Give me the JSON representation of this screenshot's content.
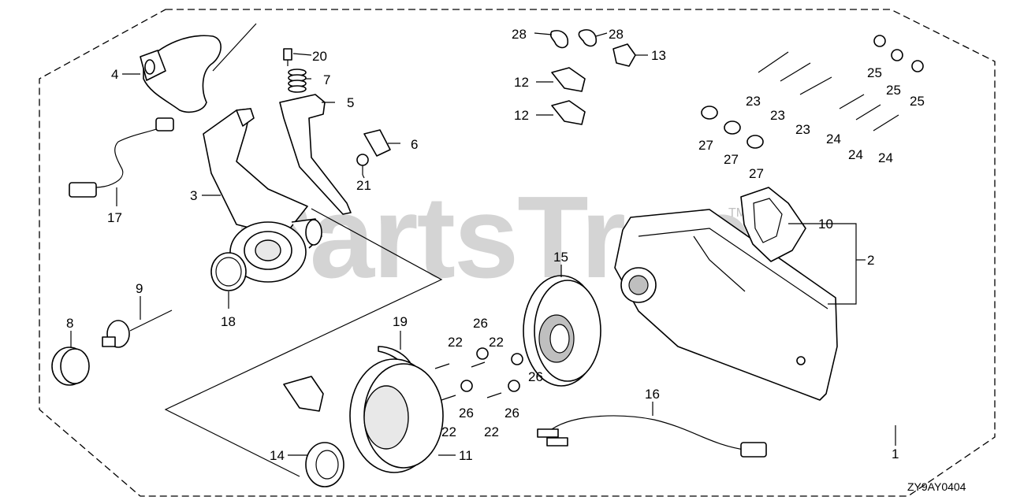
{
  "diagram": {
    "watermark": "PartsTree",
    "trademark": "TM",
    "diagram_code": "ZY9AY0404",
    "callouts": {
      "c1": "1",
      "c2": "2",
      "c3": "3",
      "c4": "4",
      "c5": "5",
      "c6": "6",
      "c7": "7",
      "c8": "8",
      "c9": "9",
      "c10": "10",
      "c11": "11",
      "c12a": "12",
      "c12b": "12",
      "c13": "13",
      "c14": "14",
      "c15": "15",
      "c16": "16",
      "c17": "17",
      "c18": "18",
      "c19": "19",
      "c20": "20",
      "c21": "21",
      "c22a": "22",
      "c22b": "22",
      "c22c": "22",
      "c22d": "22",
      "c23a": "23",
      "c23b": "23",
      "c23c": "23",
      "c24a": "24",
      "c24b": "24",
      "c24c": "24",
      "c25a": "25",
      "c25b": "25",
      "c25c": "25",
      "c26a": "26",
      "c26b": "26",
      "c26c": "26",
      "c26d": "26",
      "c27a": "27",
      "c27b": "27",
      "c27c": "27",
      "c28a": "28",
      "c28b": "28"
    }
  }
}
